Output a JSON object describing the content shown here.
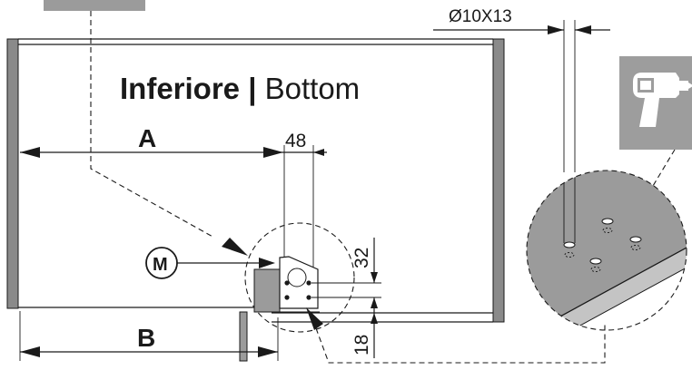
{
  "diagram": {
    "title_bold": "Inferiore",
    "title_separator": " | ",
    "title_light": "Bottom",
    "dim_a": "A",
    "dim_b": "B",
    "dim_48": "48",
    "dim_32": "32",
    "dim_18": "18",
    "marker_m": "M",
    "hole_spec": "Ø10X13",
    "drill_icon": "drill-icon",
    "colors": {
      "panel_gray": "#8a8a8a",
      "detail_gray": "#9b9b9b",
      "icon_box_gray": "#9d9d9d",
      "line": "#1a1a1a"
    }
  }
}
